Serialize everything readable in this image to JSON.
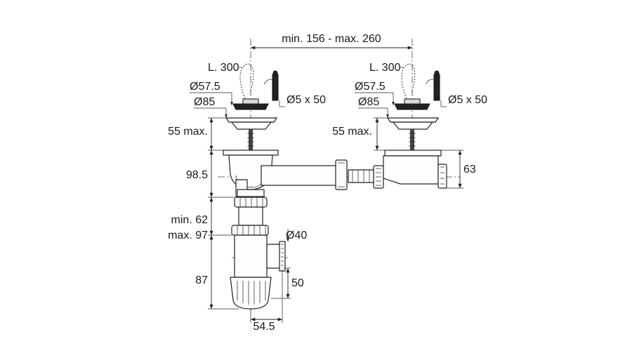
{
  "dimensions": {
    "overall_spacing": "min. 156 - max. 260",
    "left_chain": "L. 300",
    "right_chain": "L. 300",
    "left_stopper_dia": "Ø57.5",
    "right_stopper_dia": "Ø57.5",
    "left_strainer_dia": "Ø85",
    "right_strainer_dia": "Ø85",
    "left_screw": "Ø5 x 50",
    "right_screw": "Ø5 x 50",
    "left_max_height": "55 max.",
    "right_max_height": "55 max.",
    "trap_body_height": "98.5",
    "overflow_height": "63",
    "adjust_min": "min. 62",
    "adjust_max": "max. 97",
    "outlet_dia": "Ø40",
    "bottom_height": "87",
    "outlet_offset": "50",
    "bottom_width": "54.5"
  }
}
